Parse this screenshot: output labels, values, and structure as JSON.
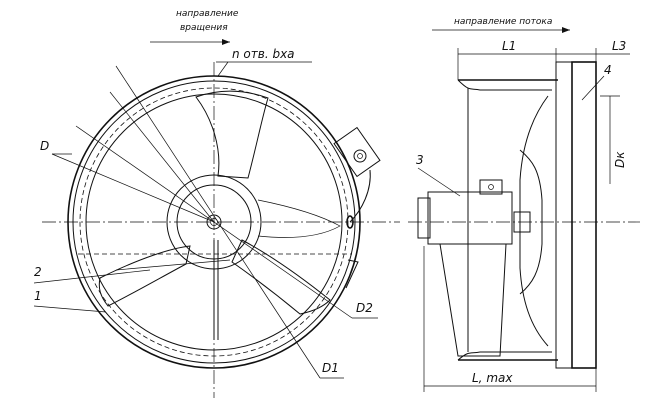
{
  "labels": {
    "rotation_line1": "направление",
    "rotation_line2": "вращения",
    "inlet_holes": "n отв. bха",
    "flow_direction": "направление потока",
    "dim_D": "D",
    "dim_D1": "D1",
    "dim_D2": "D2",
    "dim_L": "L, max",
    "dim_L1": "L1",
    "dim_L3": "L3",
    "dim_Dk": "Dк",
    "part_1": "1",
    "part_2": "2",
    "part_3": "3",
    "part_4": "4"
  },
  "colors": {
    "ink": "#111111",
    "paper": "#ffffff"
  }
}
